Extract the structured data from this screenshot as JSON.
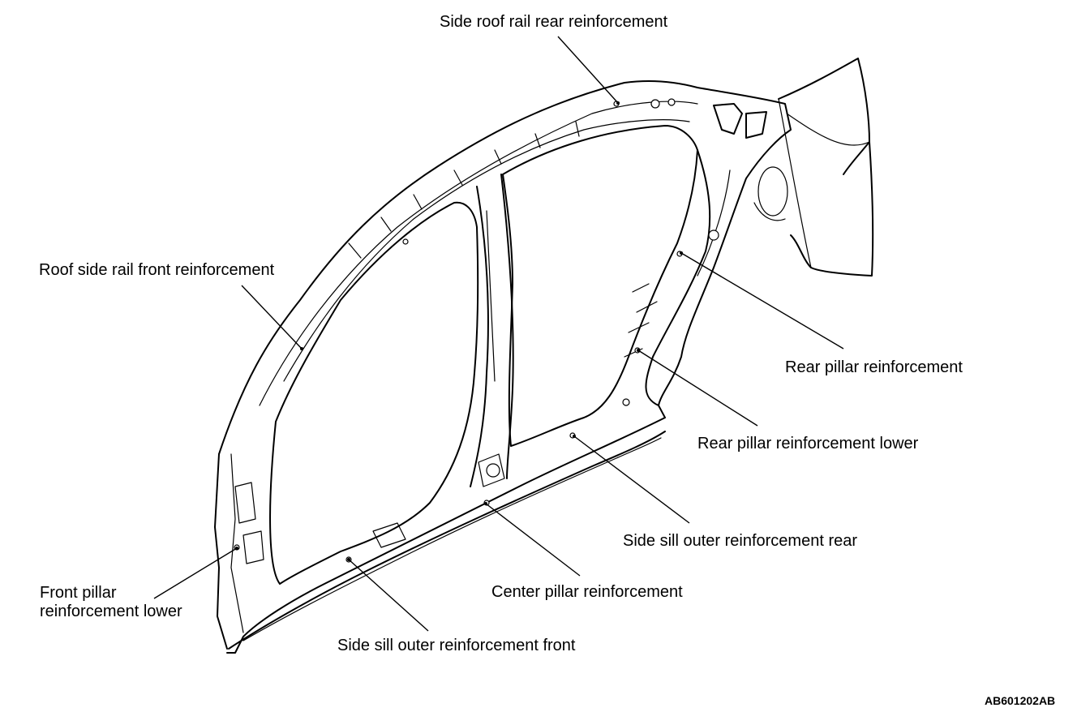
{
  "labels": {
    "side_roof_rail_rear": "Side roof rail rear reinforcement",
    "roof_side_rail_front": "Roof side rail front reinforcement",
    "rear_pillar": "Rear pillar reinforcement",
    "rear_pillar_lower": "Rear pillar reinforcement lower",
    "side_sill_rear": "Side sill outer reinforcement rear",
    "center_pillar": "Center pillar reinforcement",
    "front_pillar_lower_line1": "Front pillar",
    "front_pillar_lower_line2": "reinforcement lower",
    "side_sill_front": "Side sill outer reinforcement front"
  },
  "figure_code": "AB601202AB"
}
